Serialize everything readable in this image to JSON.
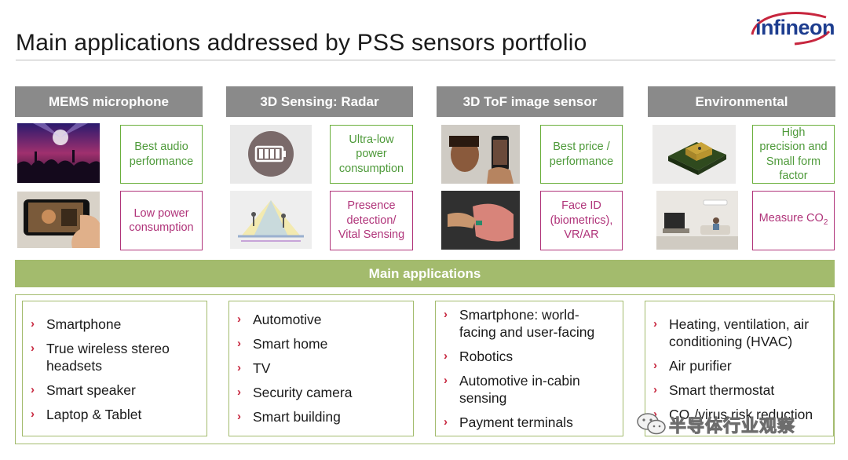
{
  "title": "Main applications addressed by PSS sensors portfolio",
  "logo": {
    "text": "infineon"
  },
  "colors": {
    "header_gray": "#8a8a8a",
    "band_green": "#a3bb6d",
    "tag_green": "#4e9a3a",
    "tag_pink": "#b0347a",
    "bullet_red": "#c7263e",
    "logo_blue": "#1d3d8f"
  },
  "columns": [
    {
      "header": "MEMS microphone",
      "tags": [
        {
          "lines": [
            "Best audio",
            "performance"
          ]
        },
        {
          "lines": [
            "Low power",
            "consumption"
          ]
        }
      ],
      "applications": [
        {
          "lines": [
            "Smartphone"
          ]
        },
        {
          "lines": [
            "True wireless stereo",
            "headsets"
          ]
        },
        {
          "lines": [
            "Smart speaker"
          ]
        },
        {
          "lines": [
            "Laptop & Tablet"
          ]
        }
      ]
    },
    {
      "header": "3D Sensing: Radar",
      "tags": [
        {
          "lines": [
            "Ultra-low",
            "power",
            "consumption"
          ]
        },
        {
          "lines": [
            "Presence",
            "detection/",
            "Vital Sensing"
          ]
        }
      ],
      "applications": [
        {
          "lines": [
            "Automotive"
          ]
        },
        {
          "lines": [
            "Smart home"
          ]
        },
        {
          "lines": [
            "TV"
          ]
        },
        {
          "lines": [
            "Security camera"
          ]
        },
        {
          "lines": [
            "Smart building"
          ]
        }
      ]
    },
    {
      "header": "3D ToF image sensor",
      "tags": [
        {
          "lines": [
            "Best price /",
            "performance"
          ]
        },
        {
          "lines": [
            "Face ID",
            "(biometrics),",
            "VR/AR"
          ]
        }
      ],
      "applications": [
        {
          "lines": [
            "Smartphone: world-",
            "facing and user-facing"
          ]
        },
        {
          "lines": [
            "Robotics"
          ]
        },
        {
          "lines": [
            "Automotive in-cabin",
            "sensing"
          ]
        },
        {
          "lines": [
            "Payment terminals"
          ]
        }
      ]
    },
    {
      "header": "Environmental",
      "tags": [
        {
          "lines": [
            "High",
            "precision and",
            "Small form",
            "factor"
          ]
        },
        {
          "lines": [
            "Measure CO",
            "2"
          ]
        }
      ],
      "applications": [
        {
          "lines": [
            "Heating, ventilation, air",
            "conditioning (HVAC)"
          ]
        },
        {
          "lines": [
            "Air purifier"
          ]
        },
        {
          "lines": [
            "Smart thermostat"
          ]
        },
        {
          "lines": [
            "CO",
            "2",
            "/virus risk reduction"
          ]
        }
      ]
    }
  ],
  "main_band": "Main applications",
  "bullet_glyph": "›",
  "watermark": "半导体行业观察"
}
